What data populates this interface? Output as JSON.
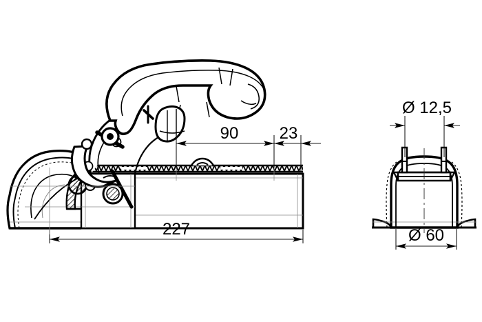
{
  "drawing": {
    "title": "Trailer coupling head – technical dimension drawing",
    "background_color": "#ffffff",
    "line_color": "#000000",
    "views": [
      {
        "name": "side-view",
        "label": "Side elevation of coupling with handle and draw tube"
      },
      {
        "name": "front-view",
        "label": "Front elevation of coupling bell housing"
      }
    ]
  },
  "dimensions": {
    "length_total": "227",
    "length_mid": "90",
    "length_short": "23",
    "bolt_diameter": "Ø 12,5",
    "housing_diameter": "Ø 60"
  },
  "labels": {
    "diameter_symbol": "Ø",
    "total_length_name": "overall-length-dimension",
    "mid_length_name": "ninety-dimension",
    "short_length_name": "twentythree-dimension",
    "bolt_dia_name": "bolt-hole-diameter-dimension",
    "housing_dia_name": "housing-diameter-dimension"
  }
}
